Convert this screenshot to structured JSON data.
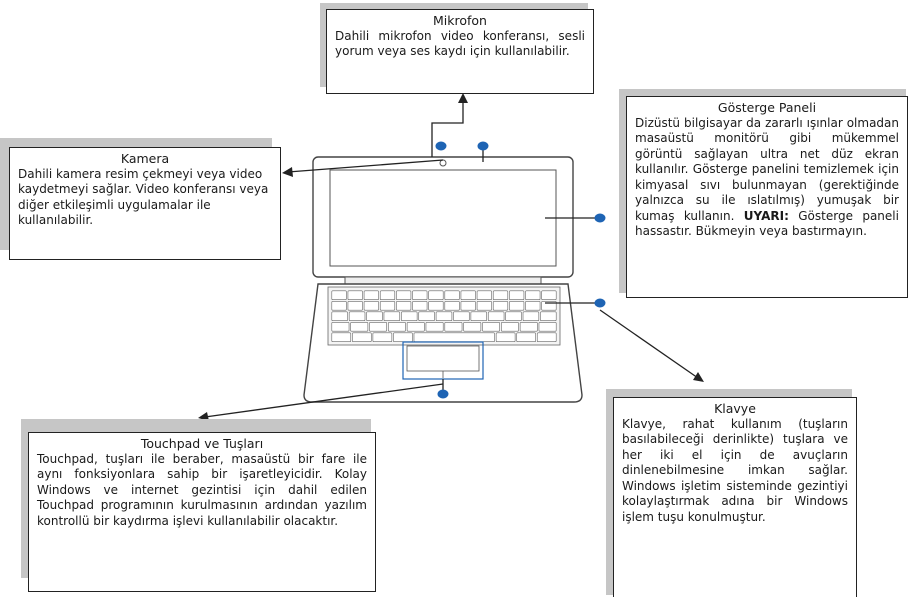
{
  "callouts": {
    "mikrofon": {
      "title": "Mikrofon",
      "text": "Dahili mikrofon video konferansı, sesli yorum veya ses kaydı için kullanılabilir."
    },
    "kamera": {
      "title": "Kamera",
      "text": "Dahili kamera resim çekmeyi veya video kaydetmeyi sağlar. Video konferansı veya diğer etkileşimli uygulamalar ile kullanılabilir."
    },
    "gosterge": {
      "title": "Gösterge Paneli",
      "text": "Dizüstü bilgisayar da zararlı ışınlar olmadan masaüstü monitörü gibi mükemmel görüntü sağlayan ultra net düz ekran kullanılır. Gösterge panelini temizlemek için kimyasal sıvı bulunmayan (gerektiğinde yalnızca su ile ıslatılmış) yumuşak bir kumaş kullanın.",
      "warning_label": "UYARI:",
      "warning_text": "Gösterge paneli hassastır. Bükmeyin veya bastırmayın."
    },
    "touchpad": {
      "title": "Touchpad ve Tuşları",
      "text": "Touchpad, tuşları ile beraber, masaüstü bir fare ile aynı fonksiyonlara sahip bir işaretleyicidir. Kolay Windows ve internet gezintisi için dahil edilen Touchpad programının kurulmasının ardından yazılım kontrollü bir kaydırma işlevi kullanılabilir olacaktır."
    },
    "klavye": {
      "title": "Klavye",
      "text": "Klavye, rahat kullanım (tuşların basılabileceği derinlikte) tuşlara ve her iki el için de avuçların dinlenebilmesine imkan sağlar. Windows işletim sisteminde gezintiyi kolaylaştırmak adına bir Windows işlem tuşu konulmuştur."
    }
  },
  "colors": {
    "marker": "#1e64b4",
    "shadow": "#c6c6c6",
    "line": "#222222"
  }
}
